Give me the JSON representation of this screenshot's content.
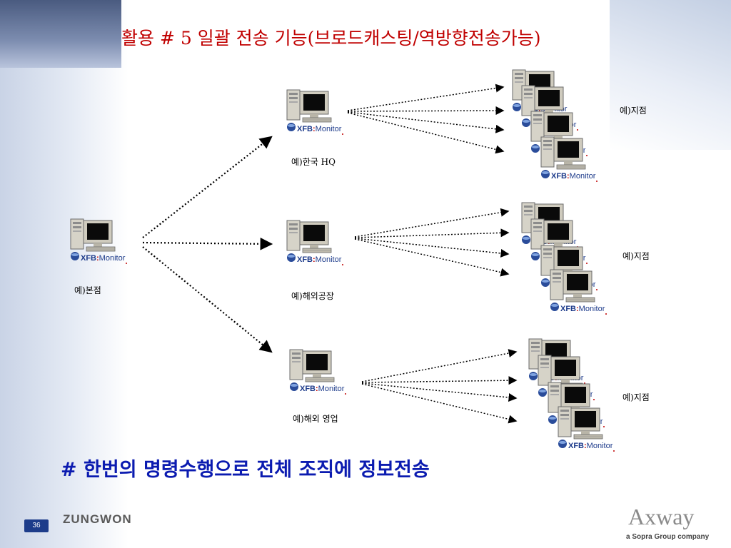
{
  "title": "활용 # 5  일괄 전송 기능(브로드캐스팅/역방향전송가능)",
  "caption": "# 한번의 명령수행으로 전체 조직에 정보전송",
  "node_brand": "XFB:Monitor",
  "nodes": {
    "head_office": "예)본점",
    "korea_hq": "예)한국 HQ",
    "overseas_factory": "예)해외공장",
    "overseas_sales": "예)해외 영업"
  },
  "branch_labels": {
    "top": "예)지점",
    "middle": "예)지점",
    "bottom": "예)지점"
  },
  "footer": {
    "page_number": "36",
    "left_logo": "ZUNGWON",
    "right_logo": "Axway",
    "right_logo_sub": "a Sopra Group company"
  },
  "colors": {
    "title": "#c00000",
    "caption": "#0b1bb0",
    "arrow": "#000000"
  }
}
